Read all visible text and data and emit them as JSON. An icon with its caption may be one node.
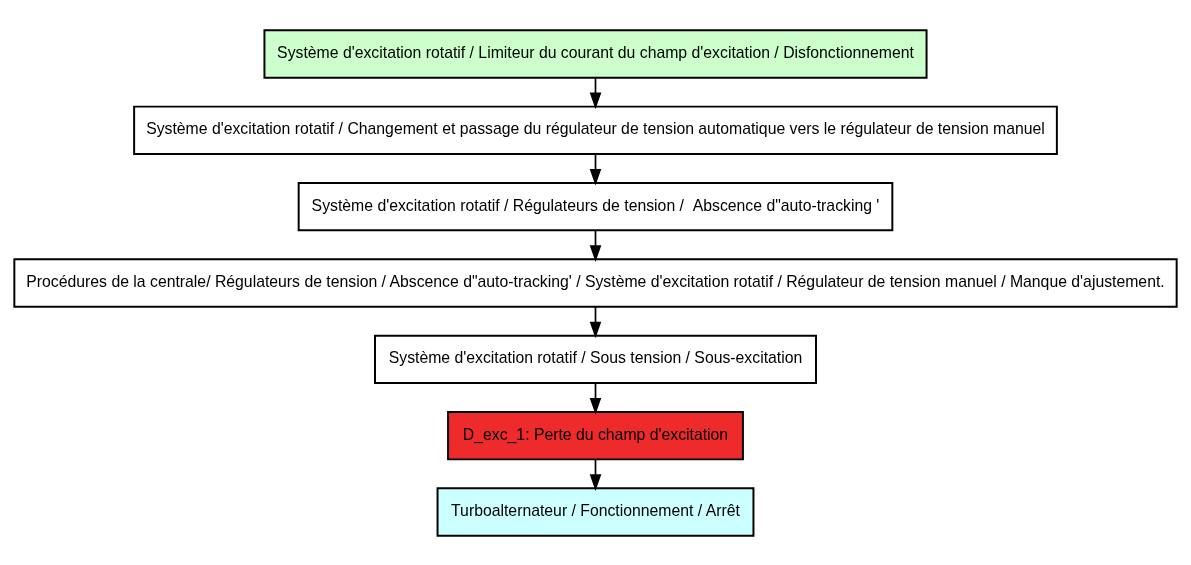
{
  "diagram": {
    "nodes": [
      {
        "text": [
          "Système d'excitation rotatif / Limiteur du courant du champ d'excitation / Disfonctionnement"
        ]
      },
      {
        "text": [
          "Système d'excitation rotatif / Changement et passage du régulateur de tension automatique vers le régulateur de tension manuel"
        ]
      },
      {
        "text": [
          "Système d'excitation rotatif / Régulateurs de tension /  Abscence d\"auto-tracking '"
        ]
      },
      {
        "text": [
          "Procédures de la centrale/ Régulateurs de tension / Abscence d\"auto-tracking' / Système d'excitation rotatif / Régulateur de tension manuel / Manque d'ajustement."
        ]
      },
      {
        "text": [
          "Système d'excitation rotatif / Sous tension / Sous-excitation"
        ]
      },
      {
        "text": [
          "D_exc_1: Perte du champ d'excitation"
        ]
      },
      {
        "text": [
          "Turboalternateur / Fonctionnement / Arrêt"
        ]
      }
    ],
    "edges": [
      {
        "from": 0,
        "to": 1,
        "arrow": "to"
      },
      {
        "from": 1,
        "to": 2,
        "arrow": "to"
      },
      {
        "from": 2,
        "to": 3,
        "arrow": "to"
      },
      {
        "from": 3,
        "to": 4,
        "arrow": "to"
      },
      {
        "from": 4,
        "to": 5,
        "arrow": "to"
      },
      {
        "from": 5,
        "to": 6,
        "arrow": "to"
      }
    ]
  }
}
